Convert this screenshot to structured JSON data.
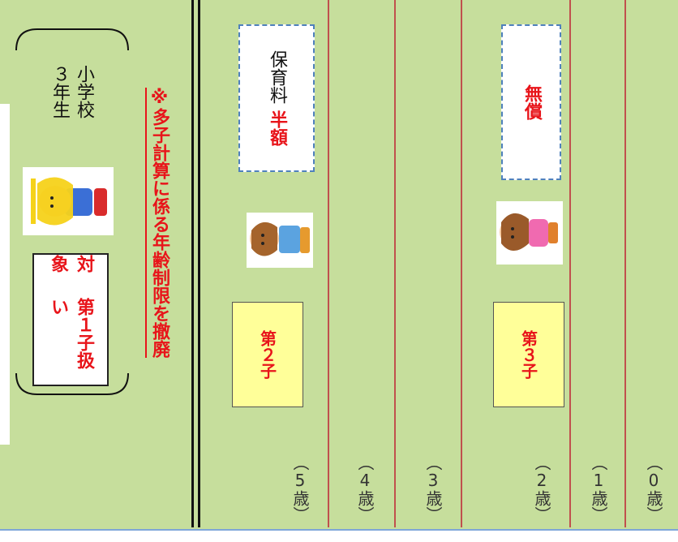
{
  "header": {
    "grade_label": "小学校\n３年生",
    "target_line1": "対象",
    "target_line2": "第１子扱い",
    "note": "※多子計算に係る年齢制限を撤廃"
  },
  "rows": [
    {
      "age": "（5歳）",
      "child": "第２子",
      "fee_label": "保育料",
      "fee_value": "半額"
    },
    {
      "age": "（4歳）"
    },
    {
      "age": "（3歳）"
    },
    {
      "age": "（2歳）",
      "child": "第３子",
      "fee_value": "無償"
    },
    {
      "age": "（1歳）"
    },
    {
      "age": "（0歳）"
    }
  ],
  "colors": {
    "background": "#c6de9c",
    "divider_red": "#c0504d",
    "highlight_red": "#e8141a",
    "child_box": "#ffff99",
    "dashed_border": "#4f81bd"
  },
  "icons": [
    "schoolchild-icon",
    "boy-icon",
    "girl-icon"
  ]
}
